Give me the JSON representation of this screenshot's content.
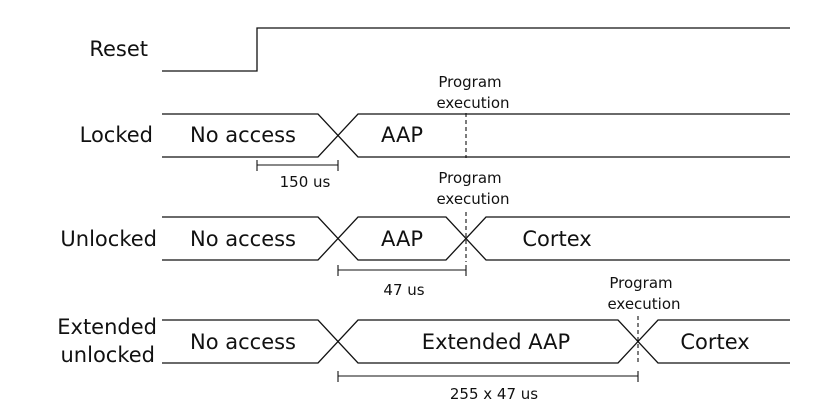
{
  "diagram": {
    "rows": {
      "reset": {
        "label": "Reset"
      },
      "locked": {
        "label": "Locked",
        "states": [
          "No access",
          "AAP"
        ],
        "marker": [
          "Program",
          "execution"
        ],
        "duration": "150 us"
      },
      "unlocked": {
        "label": "Unlocked",
        "states": [
          "No access",
          "AAP",
          "Cortex"
        ],
        "marker": [
          "Program",
          "execution"
        ],
        "duration": "47 us"
      },
      "extended": {
        "label": [
          "Extended",
          "unlocked"
        ],
        "states": [
          "No access",
          "Extended AAP",
          "Cortex"
        ],
        "marker": [
          "Program",
          "execution"
        ],
        "duration": "255 x 47 us"
      }
    },
    "colors": {
      "line": "#111111",
      "text": "#111111",
      "background": "#ffffff"
    }
  }
}
